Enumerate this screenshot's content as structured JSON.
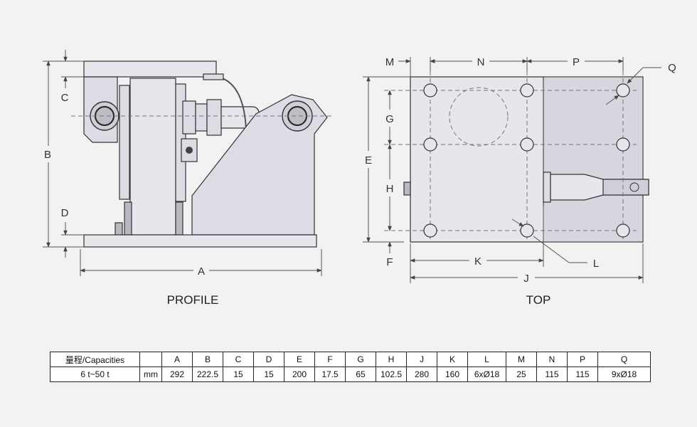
{
  "views": {
    "profile": {
      "title": "PROFILE",
      "dims": {
        "A": "A",
        "B": "B",
        "C": "C",
        "D": "D"
      }
    },
    "top": {
      "title": "TOP",
      "dims": {
        "M": "M",
        "N": "N",
        "P": "P",
        "Q": "Q",
        "G": "G",
        "E": "E",
        "H": "H",
        "F": "F",
        "K": "K",
        "L": "L",
        "J": "J"
      }
    }
  },
  "spec_table": {
    "header": [
      "量程/Capacities",
      "",
      "A",
      "B",
      "C",
      "D",
      "E",
      "F",
      "G",
      "H",
      "J",
      "K",
      "L",
      "M",
      "N",
      "P",
      "Q"
    ],
    "row": [
      "6 t~50 t",
      "mm",
      "292",
      "222.5",
      "15",
      "15",
      "200",
      "17.5",
      "65",
      "102.5",
      "280",
      "160",
      "6xØ18",
      "25",
      "115",
      "115",
      "9xØ18"
    ]
  }
}
